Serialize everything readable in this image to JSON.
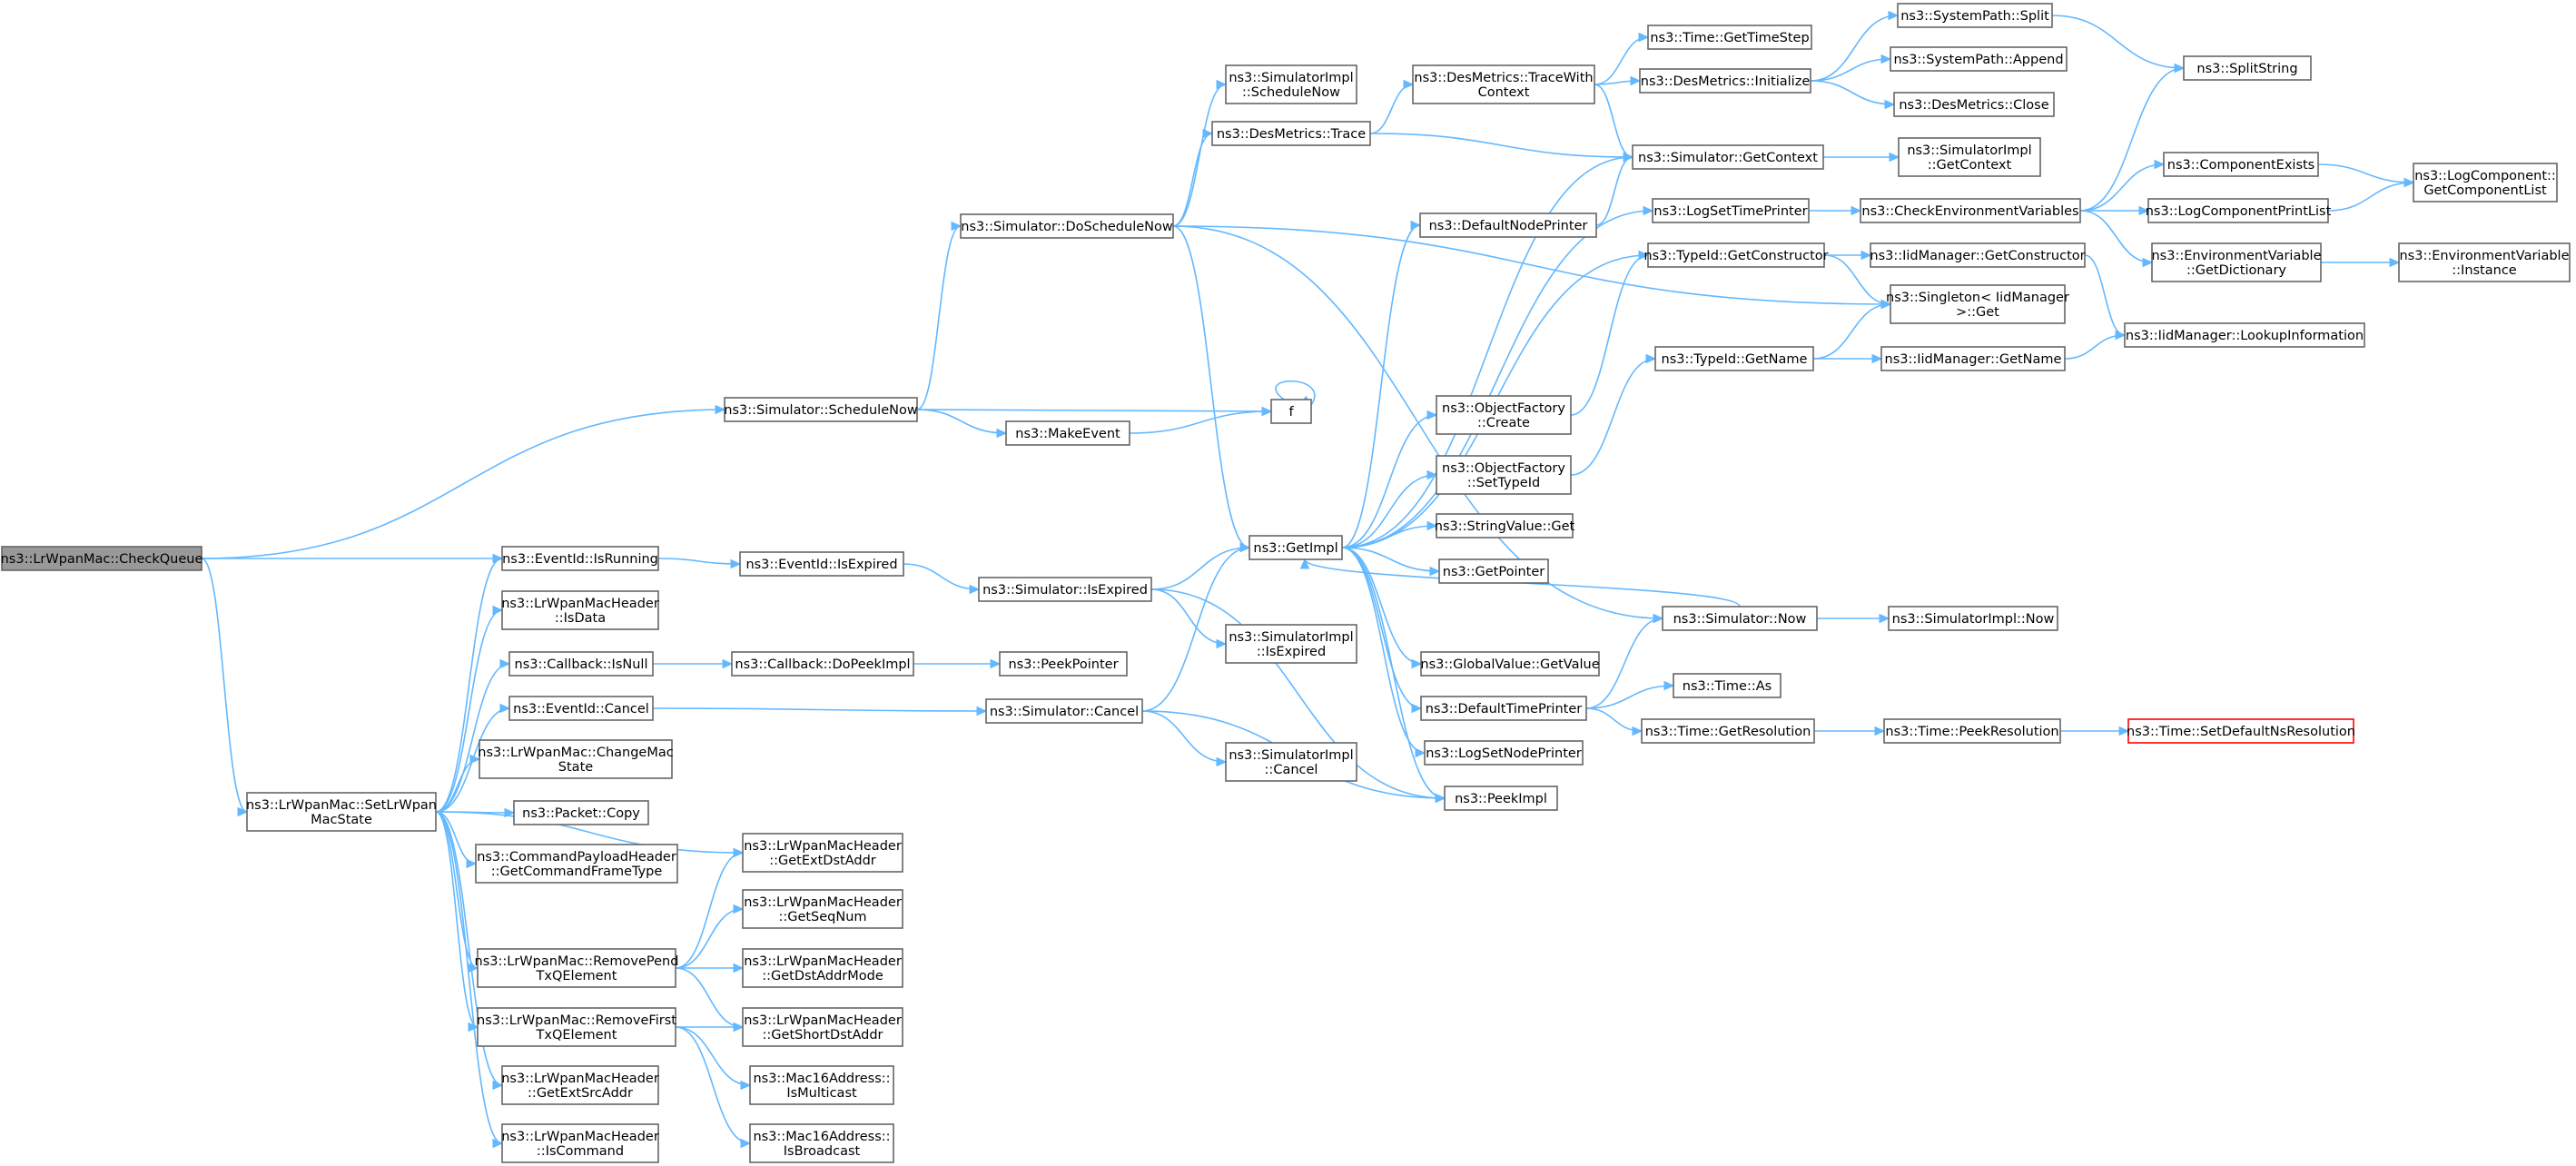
{
  "colors": {
    "edge": "#63b8ff",
    "node_border": "#666666",
    "root_fill": "#999999",
    "truncated_border": "#ff0000",
    "background": "#ffffff"
  },
  "nodes": [
    {
      "id": "n_root",
      "lines": [
        "ns3::LrWpanMac::CheckQueue"
      ],
      "style": "root"
    },
    {
      "id": "n_schednow",
      "lines": [
        "ns3::Simulator::ScheduleNow"
      ]
    },
    {
      "id": "n_isrunning",
      "lines": [
        "ns3::EventId::IsRunning"
      ]
    },
    {
      "id": "n_setstate",
      "lines": [
        "ns3::LrWpanMac::SetLrWpan",
        "MacState"
      ]
    },
    {
      "id": "n_doschednow",
      "lines": [
        "ns3::Simulator::DoScheduleNow"
      ]
    },
    {
      "id": "n_f",
      "lines": [
        "f"
      ]
    },
    {
      "id": "n_makeevent",
      "lines": [
        "ns3::MakeEvent"
      ]
    },
    {
      "id": "n_impl_schednow",
      "lines": [
        "ns3::SimulatorImpl",
        "::ScheduleNow"
      ]
    },
    {
      "id": "n_dm_trace",
      "lines": [
        "ns3::DesMetrics::Trace"
      ]
    },
    {
      "id": "n_getimpl",
      "lines": [
        "ns3::GetImpl"
      ]
    },
    {
      "id": "n_simnow",
      "lines": [
        "ns3::Simulator::Now"
      ]
    },
    {
      "id": "n_dm_tracectx",
      "lines": [
        "ns3::DesMetrics::TraceWith",
        "Context"
      ]
    },
    {
      "id": "n_getcontext",
      "lines": [
        "ns3::Simulator::GetContext"
      ]
    },
    {
      "id": "n_time_getts",
      "lines": [
        "ns3::Time::GetTimeStep"
      ]
    },
    {
      "id": "n_dm_init",
      "lines": [
        "ns3::DesMetrics::Initialize"
      ]
    },
    {
      "id": "n_sp_split",
      "lines": [
        "ns3::SystemPath::Split"
      ]
    },
    {
      "id": "n_sp_append",
      "lines": [
        "ns3::SystemPath::Append"
      ]
    },
    {
      "id": "n_dm_close",
      "lines": [
        "ns3::DesMetrics::Close"
      ]
    },
    {
      "id": "n_splitstring",
      "lines": [
        "ns3::SplitString"
      ]
    },
    {
      "id": "n_impl_getctx",
      "lines": [
        "ns3::SimulatorImpl",
        "::GetContext"
      ]
    },
    {
      "id": "n_defnodeprinter",
      "lines": [
        "ns3::DefaultNodePrinter"
      ]
    },
    {
      "id": "n_logsettimeprinter",
      "lines": [
        "ns3::LogSetTimePrinter"
      ]
    },
    {
      "id": "n_checkenv",
      "lines": [
        "ns3::CheckEnvironmentVariables"
      ]
    },
    {
      "id": "n_compexists",
      "lines": [
        "ns3::ComponentExists"
      ]
    },
    {
      "id": "n_logcompprintlist",
      "lines": [
        "ns3::LogComponentPrintList"
      ]
    },
    {
      "id": "n_envvar_getdict",
      "lines": [
        "ns3::EnvironmentVariable",
        "::GetDictionary"
      ]
    },
    {
      "id": "n_logcomp_getlist",
      "lines": [
        "ns3::LogComponent::",
        "GetComponentList"
      ]
    },
    {
      "id": "n_envvar_instance",
      "lines": [
        "ns3::EnvironmentVariable",
        "::Instance"
      ]
    },
    {
      "id": "n_typeid_getctor",
      "lines": [
        "ns3::TypeId::GetConstructor"
      ]
    },
    {
      "id": "n_iid_getctor",
      "lines": [
        "ns3::IidManager::GetConstructor"
      ]
    },
    {
      "id": "n_singleton",
      "lines": [
        "ns3::Singleton< IidManager",
        "  >::Get"
      ]
    },
    {
      "id": "n_typeid_getname",
      "lines": [
        "ns3::TypeId::GetName"
      ]
    },
    {
      "id": "n_iid_getname",
      "lines": [
        "ns3::IidManager::GetName"
      ]
    },
    {
      "id": "n_iid_lookup",
      "lines": [
        "ns3::IidManager::LookupInformation"
      ]
    },
    {
      "id": "n_objf_create",
      "lines": [
        "ns3::ObjectFactory",
        "::Create"
      ]
    },
    {
      "id": "n_objf_settypeid",
      "lines": [
        "ns3::ObjectFactory",
        "::SetTypeId"
      ]
    },
    {
      "id": "n_stringvalue",
      "lines": [
        "ns3::StringValue::Get"
      ]
    },
    {
      "id": "n_getpointer",
      "lines": [
        "ns3::GetPointer"
      ]
    },
    {
      "id": "n_globalvalue",
      "lines": [
        "ns3::GlobalValue::GetValue"
      ]
    },
    {
      "id": "n_deftimeprinter",
      "lines": [
        "ns3::DefaultTimePrinter"
      ]
    },
    {
      "id": "n_logsetnodeprinter",
      "lines": [
        "ns3::LogSetNodePrinter"
      ]
    },
    {
      "id": "n_peekimpl",
      "lines": [
        "ns3::PeekImpl"
      ]
    },
    {
      "id": "n_impl_now",
      "lines": [
        "ns3::SimulatorImpl::Now"
      ]
    },
    {
      "id": "n_time_as",
      "lines": [
        "ns3::Time::As"
      ]
    },
    {
      "id": "n_time_getres",
      "lines": [
        "ns3::Time::GetResolution"
      ]
    },
    {
      "id": "n_time_peekres",
      "lines": [
        "ns3::Time::PeekResolution"
      ]
    },
    {
      "id": "n_time_setdefres",
      "lines": [
        "ns3::Time::SetDefaultNsResolution"
      ],
      "style": "truncated"
    },
    {
      "id": "n_evid_isexpired",
      "lines": [
        "ns3::EventId::IsExpired"
      ]
    },
    {
      "id": "n_sim_isexpired",
      "lines": [
        "ns3::Simulator::IsExpired"
      ]
    },
    {
      "id": "n_impl_isexpired",
      "lines": [
        "ns3::SimulatorImpl",
        "::IsExpired"
      ]
    },
    {
      "id": "n_hdr_isdata",
      "lines": [
        "ns3::LrWpanMacHeader",
        "::IsData"
      ]
    },
    {
      "id": "n_cb_isnull",
      "lines": [
        "ns3::Callback::IsNull"
      ]
    },
    {
      "id": "n_cb_dopeek",
      "lines": [
        "ns3::Callback::DoPeekImpl"
      ]
    },
    {
      "id": "n_peekpointer",
      "lines": [
        "ns3::PeekPointer"
      ]
    },
    {
      "id": "n_evid_cancel",
      "lines": [
        "ns3::EventId::Cancel"
      ]
    },
    {
      "id": "n_sim_cancel",
      "lines": [
        "ns3::Simulator::Cancel"
      ]
    },
    {
      "id": "n_impl_cancel",
      "lines": [
        "ns3::SimulatorImpl",
        "::Cancel"
      ]
    },
    {
      "id": "n_changemacstate",
      "lines": [
        "ns3::LrWpanMac::ChangeMac",
        "State"
      ]
    },
    {
      "id": "n_packet_copy",
      "lines": [
        "ns3::Packet::Copy"
      ]
    },
    {
      "id": "n_cmdpayload",
      "lines": [
        "ns3::CommandPayloadHeader",
        "::GetCommandFrameType"
      ]
    },
    {
      "id": "n_hdr_getextdst",
      "lines": [
        "ns3::LrWpanMacHeader",
        "::GetExtDstAddr"
      ]
    },
    {
      "id": "n_hdr_getseq",
      "lines": [
        "ns3::LrWpanMacHeader",
        "::GetSeqNum"
      ]
    },
    {
      "id": "n_removepend",
      "lines": [
        "ns3::LrWpanMac::RemovePend",
        "TxQElement"
      ]
    },
    {
      "id": "n_hdr_getdstmode",
      "lines": [
        "ns3::LrWpanMacHeader",
        "::GetDstAddrMode"
      ]
    },
    {
      "id": "n_removefirst",
      "lines": [
        "ns3::LrWpanMac::RemoveFirst",
        "TxQElement"
      ]
    },
    {
      "id": "n_hdr_getshortdst",
      "lines": [
        "ns3::LrWpanMacHeader",
        "::GetShortDstAddr"
      ]
    },
    {
      "id": "n_mac16_ismulti",
      "lines": [
        "ns3::Mac16Address::",
        "IsMulticast"
      ]
    },
    {
      "id": "n_hdr_getextsrc",
      "lines": [
        "ns3::LrWpanMacHeader",
        "::GetExtSrcAddr"
      ]
    },
    {
      "id": "n_mac16_isbcast",
      "lines": [
        "ns3::Mac16Address::",
        "IsBroadcast"
      ]
    },
    {
      "id": "n_hdr_iscmd",
      "lines": [
        "ns3::LrWpanMacHeader",
        "::IsCommand"
      ]
    }
  ]
}
